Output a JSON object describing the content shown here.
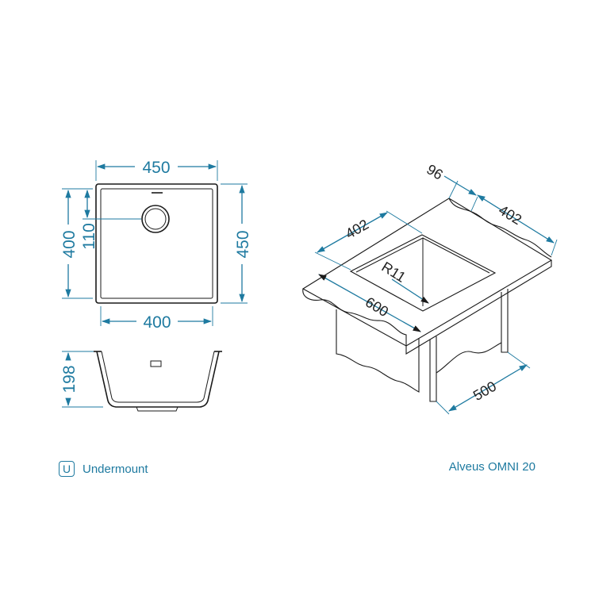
{
  "diagram": {
    "top_view": {
      "width_outer": "450",
      "width_inner": "400",
      "depth_outer": "450",
      "depth_inner": "400",
      "drain_offset": "110"
    },
    "side_view": {
      "height": "198"
    },
    "iso_view": {
      "bowl_width": "402",
      "bowl_length": "402",
      "edge_offset": "96",
      "corner_radius": "R11",
      "cabinet_width": "600",
      "cabinet_depth": "500"
    }
  },
  "footer": {
    "type_badge": "U",
    "type_label": "Undermount",
    "model_name": "Alveus OMNI 20"
  },
  "colors": {
    "accent": "#1e7aa0",
    "line": "#1a1a1a"
  }
}
